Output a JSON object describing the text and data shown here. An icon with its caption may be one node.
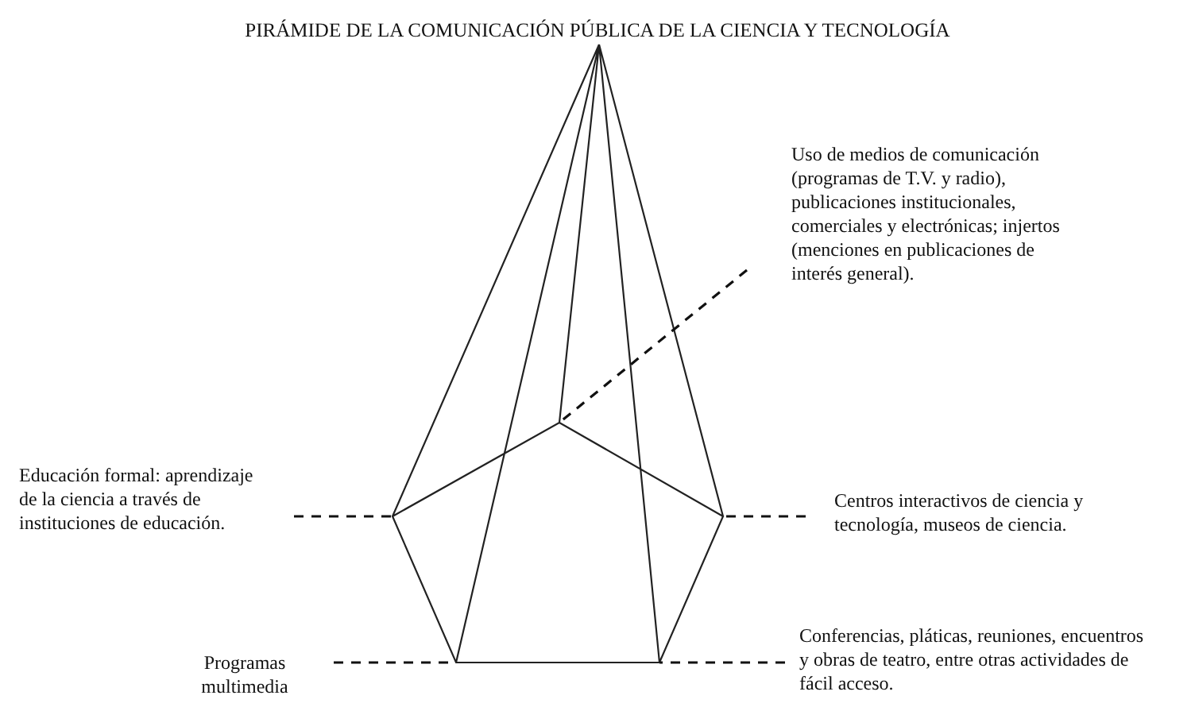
{
  "diagram": {
    "title": "PIRÁMIDE DE LA COMUNICACIÓN PÚBLICA DE LA CIENCIA Y TECNOLOGÍA",
    "nodes": [
      {
        "text": [
          "Uso de medios de comunicación (programas de T.V.  y radio), publicaciones institucionales, comerciales y electrónicas; injertos (menciones en publicaciones de interés general)."
        ]
      },
      {
        "text": [
          "Educación formal: aprendizaje de la ciencia a través de instituciones de educación."
        ]
      },
      {
        "text": [
          "Centros interactivos de ciencia y tecnología, museos de ciencia."
        ]
      },
      {
        "text": [
          "Conferencias, pláticas, reuniones, encuentros y obras de teatro, entre otras actividades de fácil acceso."
        ]
      },
      {
        "text": [
          "Programas multimedia"
        ]
      }
    ],
    "edges": [
      {
        "from": 0,
        "to": null,
        "arrow": "none",
        "style": "dashed"
      },
      {
        "from": 1,
        "to": null,
        "arrow": "none",
        "style": "dashed"
      },
      {
        "from": 2,
        "to": null,
        "arrow": "none",
        "style": "dashed"
      },
      {
        "from": 3,
        "to": null,
        "arrow": "none",
        "style": "dashed"
      },
      {
        "from": 4,
        "to": null,
        "arrow": "none",
        "style": "dashed"
      }
    ]
  }
}
